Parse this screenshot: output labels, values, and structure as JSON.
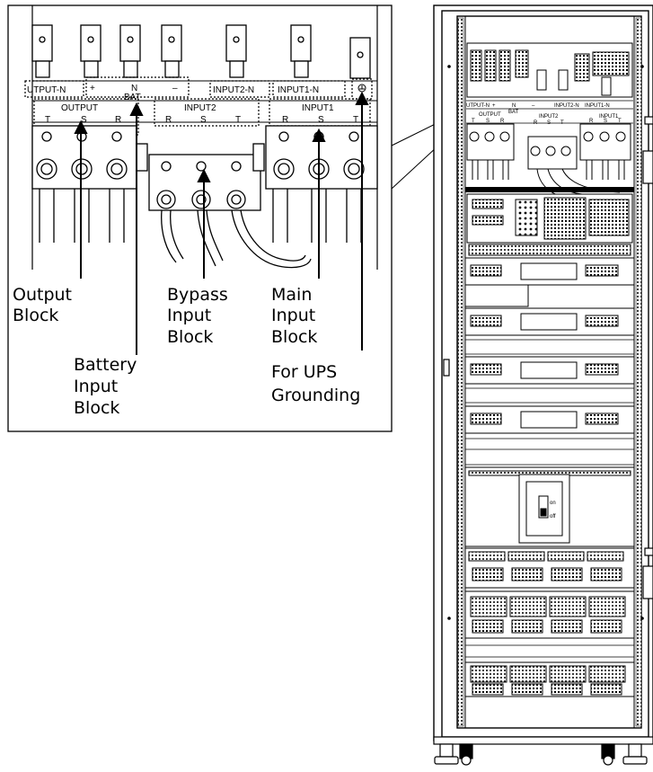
{
  "terminal_labels": {
    "output_n": "UTPUT-N",
    "bat_plus": "+",
    "bat_n": "N",
    "bat_minus": "–",
    "bat": "BAT",
    "input2_n": "INPUT2-N",
    "input1_n": "INPUT1-N",
    "output": "OUTPUT",
    "input2": "INPUT2",
    "input1": "INPUT1",
    "output_phases": [
      "T",
      "S",
      "R"
    ],
    "input2_phases": [
      "R",
      "S",
      "T"
    ],
    "input1_phases": [
      "R",
      "S",
      "T"
    ]
  },
  "cabinet_labels": {
    "output_n": "UTPUT-N",
    "bat_plus": "+",
    "bat_n": "N",
    "bat_minus": "–",
    "bat": "BAT",
    "input2_n": "INPUT2-N",
    "input1_n": "INPUT1-N",
    "output": "OUTPUT",
    "input2": "INPUT2",
    "input1": "INPUT1",
    "output_phases": [
      "T",
      "S",
      "R"
    ],
    "input2_phases": [
      "R",
      "S",
      "T"
    ],
    "input1_phases": [
      "R",
      "S",
      "T"
    ],
    "breaker_on": "on",
    "breaker_off": "off"
  },
  "callouts": {
    "output_block": [
      "Output",
      "Block"
    ],
    "battery_input_block": [
      "Battery",
      "Input",
      "Block"
    ],
    "bypass_input_block": [
      "Bypass",
      "Input",
      "Block"
    ],
    "main_input_block": [
      "Main",
      "Input",
      "Block"
    ],
    "ups_grounding": [
      "For UPS",
      "Grounding"
    ]
  }
}
